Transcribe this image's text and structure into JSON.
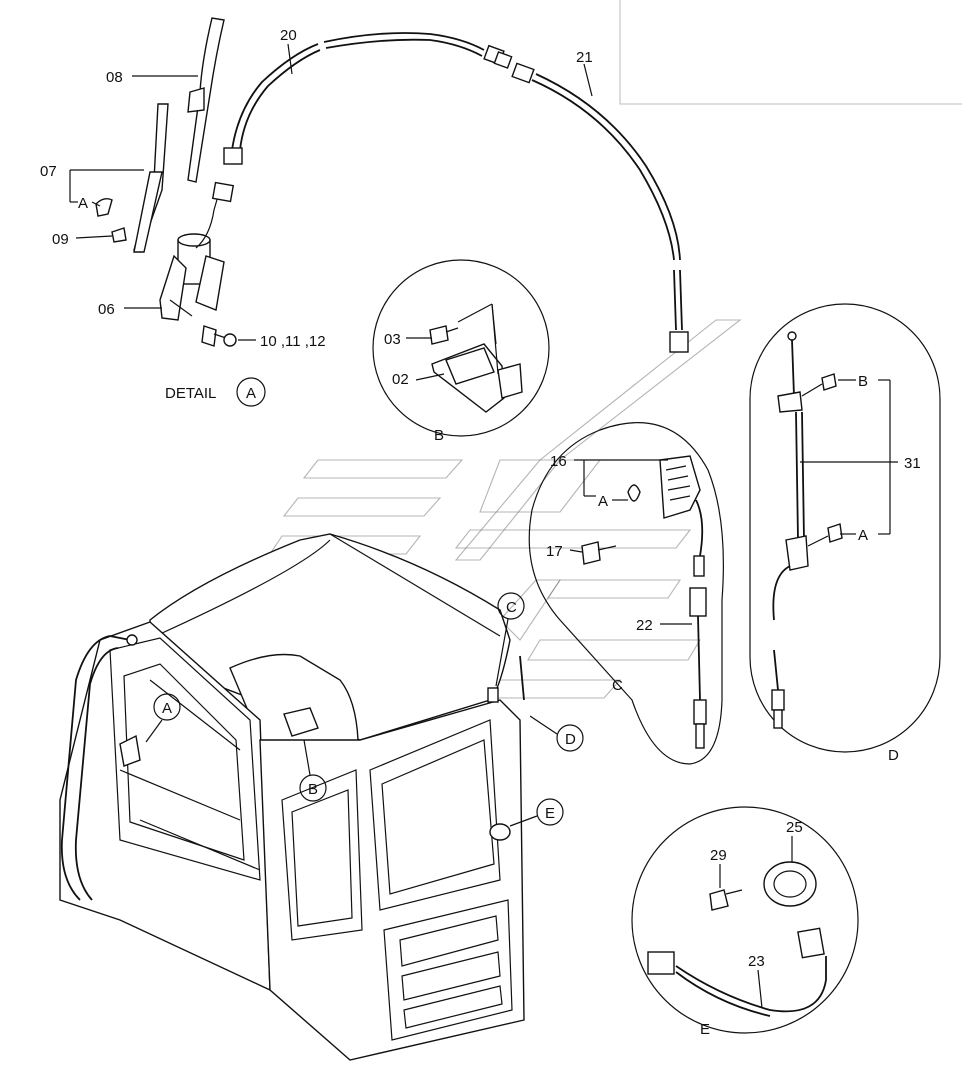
{
  "detail_a": {
    "caption_prefix": "DETAIL",
    "caption_letter": "A",
    "parts": [
      "08",
      "07",
      "A",
      "09",
      "06",
      "10 ,11 ,12"
    ]
  },
  "cables": {
    "harness_left": "20",
    "harness_right": "21"
  },
  "detail_b": {
    "letter": "B",
    "parts": [
      "03",
      "02"
    ]
  },
  "detail_c": {
    "letter": "C",
    "parts": [
      "16",
      "A",
      "17",
      "22"
    ]
  },
  "detail_d": {
    "letter": "D",
    "parts": [
      "B",
      "31",
      "A"
    ]
  },
  "detail_e": {
    "letter": "E",
    "parts": [
      "29",
      "25",
      "23"
    ]
  },
  "cab_callouts": [
    "A",
    "B",
    "C",
    "D",
    "E"
  ]
}
